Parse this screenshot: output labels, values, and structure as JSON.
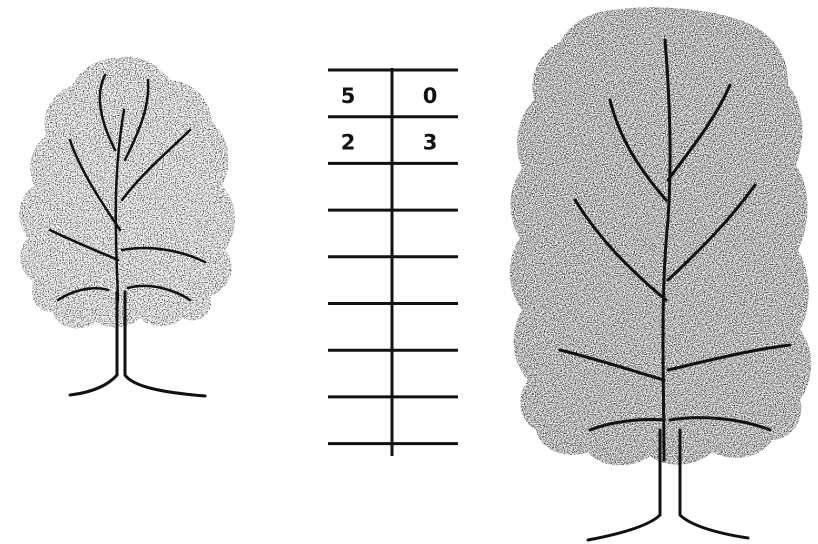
{
  "figure": {
    "left_tree": {
      "kind": "broadleaf tree",
      "size": "small"
    },
    "right_tree": {
      "kind": "broadleaf tree",
      "size": "large"
    },
    "tally_table": {
      "rows": [
        {
          "left": "5",
          "right": "0"
        },
        {
          "left": "2",
          "right": "3"
        },
        {
          "left": "",
          "right": ""
        },
        {
          "left": "",
          "right": ""
        },
        {
          "left": "",
          "right": ""
        },
        {
          "left": "",
          "right": ""
        },
        {
          "left": "",
          "right": ""
        },
        {
          "left": "",
          "right": ""
        }
      ]
    },
    "colors": {
      "ink": "#111111",
      "background": "#ffffff"
    }
  }
}
